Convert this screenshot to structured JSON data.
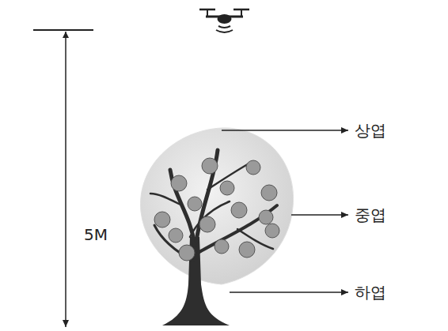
{
  "diagram": {
    "labels": [
      "5M",
      "상엽",
      "중엽",
      "하엽"
    ]
  }
}
